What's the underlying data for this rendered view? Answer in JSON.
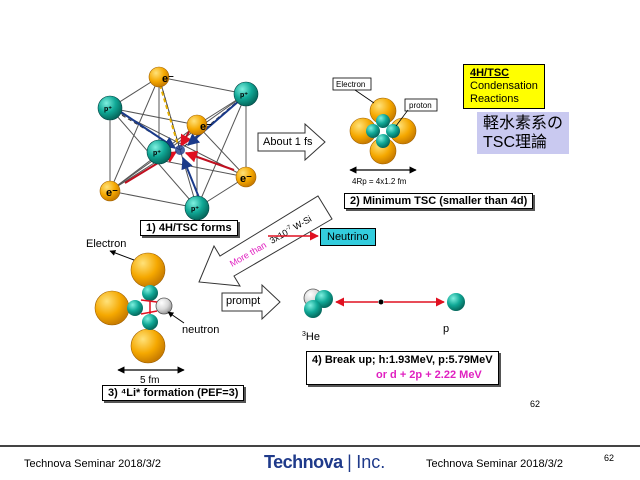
{
  "slide": {
    "labels": {
      "box_4h_tsc_forms": "1) 4H/TSC forms",
      "box_min_tsc": "2) Minimum TSC (smaller than 4d)",
      "box_li_formation": "3) ⁴Li* formation (PEF=3)",
      "box_breakup_line1": "4) Break up; h:1.93MeV, p:5.79MeV",
      "box_breakup_line2": "or  d + 2p + 2.22 MeV",
      "about_1fs": "About 1 fs",
      "prompt": "prompt",
      "more_than_a": "More than",
      "more_than_b": "3x10",
      "more_than_sup": "-7",
      "more_than_c": " W-Si",
      "neutrino": "Neutrino",
      "electron_top": "Electron",
      "proton_top": "proton",
      "size_4rp": "4Rp = 4x1.2 fm",
      "electron_left": "Electron",
      "neutron": "neutron",
      "five_fm": "5 fm",
      "he3_sup": "3",
      "he3": "He",
      "p": "p",
      "p_plus": "p⁺",
      "e_minus": "e⁻",
      "page_number": "62"
    },
    "yellow_box": {
      "title": "4H/TSC",
      "line1": "Condensation",
      "line2": "Reactions"
    },
    "jp_box": {
      "line1": "軽水素系の",
      "line2": "TSC理論"
    },
    "footer": {
      "left": "Technova Seminar 2018/3/2",
      "logo_main": "Technova",
      "logo_sep": "|",
      "logo_inc": "Inc.",
      "right": "Technova Seminar 2018/3/2",
      "page": "62"
    },
    "colors": {
      "electron_orange": "#f5a800",
      "proton_teal": "#10a896",
      "neutrino_cyan": "#33ccdd",
      "red_arrow": "#e01020",
      "magenta_text": "#e020c0",
      "yellow_box": "#ffff00",
      "jp_box": "#c9c9f0"
    }
  }
}
